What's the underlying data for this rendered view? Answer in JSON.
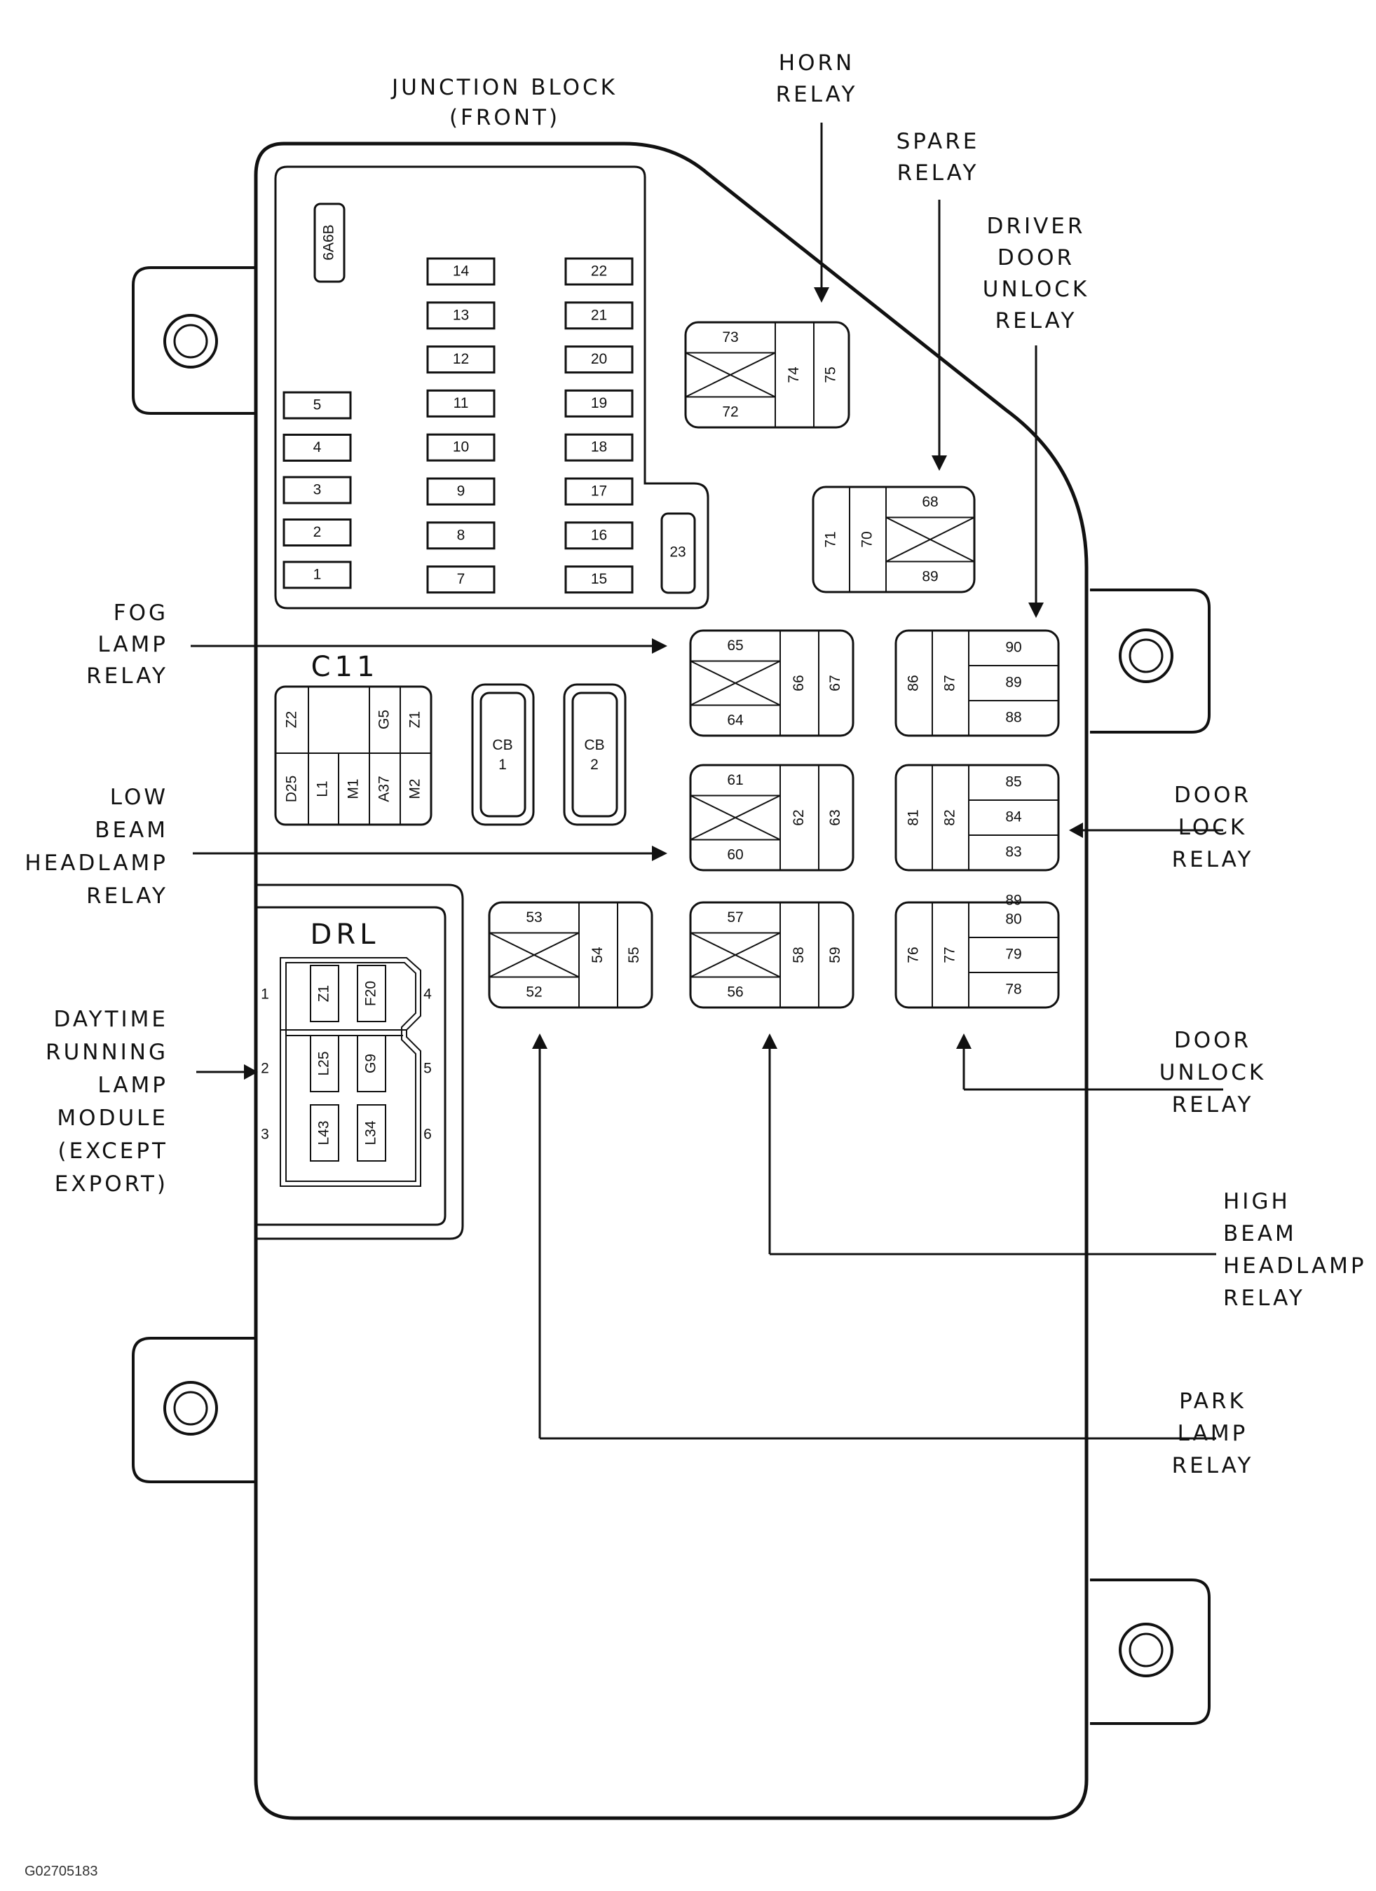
{
  "title_line1": "JUNCTION BLOCK",
  "title_line2": "(FRONT)",
  "image_code": "G02705183",
  "horn_relay": [
    "HORN",
    "RELAY"
  ],
  "spare_relay": [
    "SPARE",
    "RELAY"
  ],
  "driver_door_unlock_relay": [
    "DRIVER",
    "DOOR",
    "UNLOCK",
    "RELAY"
  ],
  "fog_lamp_relay": [
    "FOG",
    "LAMP",
    "RELAY"
  ],
  "low_beam_relay": [
    "LOW",
    "BEAM",
    "HEADLAMP",
    "RELAY"
  ],
  "drl_module": [
    "DAYTIME",
    "RUNNING",
    "LAMP",
    "MODULE",
    "(EXCEPT",
    "EXPORT)"
  ],
  "door_lock_relay": [
    "DOOR",
    "LOCK",
    "RELAY"
  ],
  "door_unlock_relay": [
    "DOOR",
    "UNLOCK",
    "RELAY"
  ],
  "high_beam_relay": [
    "HIGH",
    "BEAM",
    "HEADLAMP",
    "RELAY"
  ],
  "park_lamp_relay": [
    "PARK",
    "LAMP",
    "RELAY"
  ],
  "fuse_6a6b": "6A6B",
  "fuses_left": [
    "5",
    "4",
    "3",
    "2",
    "1"
  ],
  "fuses_mid": [
    "14",
    "13",
    "12",
    "11",
    "10",
    "9",
    "8",
    "7"
  ],
  "fuses_right": [
    "22",
    "21",
    "20",
    "19",
    "18",
    "17",
    "16",
    "15"
  ],
  "fuse_23": "23",
  "c11_label": "C11",
  "c11_top": [
    "Z2",
    "G5",
    "Z1"
  ],
  "c11_bottom": [
    "D25",
    "L1",
    "M1",
    "A37",
    "M2"
  ],
  "cb1": [
    "CB",
    "1"
  ],
  "cb2": [
    "CB",
    "2"
  ],
  "drl_label": "DRL",
  "drl_pins_left": [
    "1",
    "2",
    "3"
  ],
  "drl_pins_right": [
    "4",
    "5",
    "6"
  ],
  "drl_cells": [
    "Z1",
    "F20",
    "L25",
    "G9",
    "L43",
    "L34"
  ],
  "relays": {
    "r73": {
      "top": "73",
      "bot": "72",
      "c1": "74",
      "c2": "75"
    },
    "r68": {
      "top": "68",
      "bot": "89",
      "c1": "71",
      "c2": "70"
    },
    "r65": {
      "top": "65",
      "bot": "64",
      "c1": "66",
      "c2": "67"
    },
    "r61": {
      "top": "61",
      "bot": "60",
      "c1": "62",
      "c2": "63"
    },
    "r53": {
      "top": "53",
      "bot": "52",
      "c1": "54",
      "c2": "55"
    },
    "r57": {
      "top": "57",
      "bot": "56",
      "c1": "58",
      "c2": "59"
    },
    "r90": {
      "c1": "86",
      "c2": "87",
      "rows": [
        "90",
        "89",
        "88"
      ]
    },
    "r85": {
      "c1": "81",
      "c2": "82",
      "rows": [
        "85",
        "84",
        "83"
      ]
    },
    "r80": {
      "c1": "76",
      "c2": "77",
      "rows": [
        "80",
        "79",
        "78"
      ],
      "extra": "89"
    }
  }
}
